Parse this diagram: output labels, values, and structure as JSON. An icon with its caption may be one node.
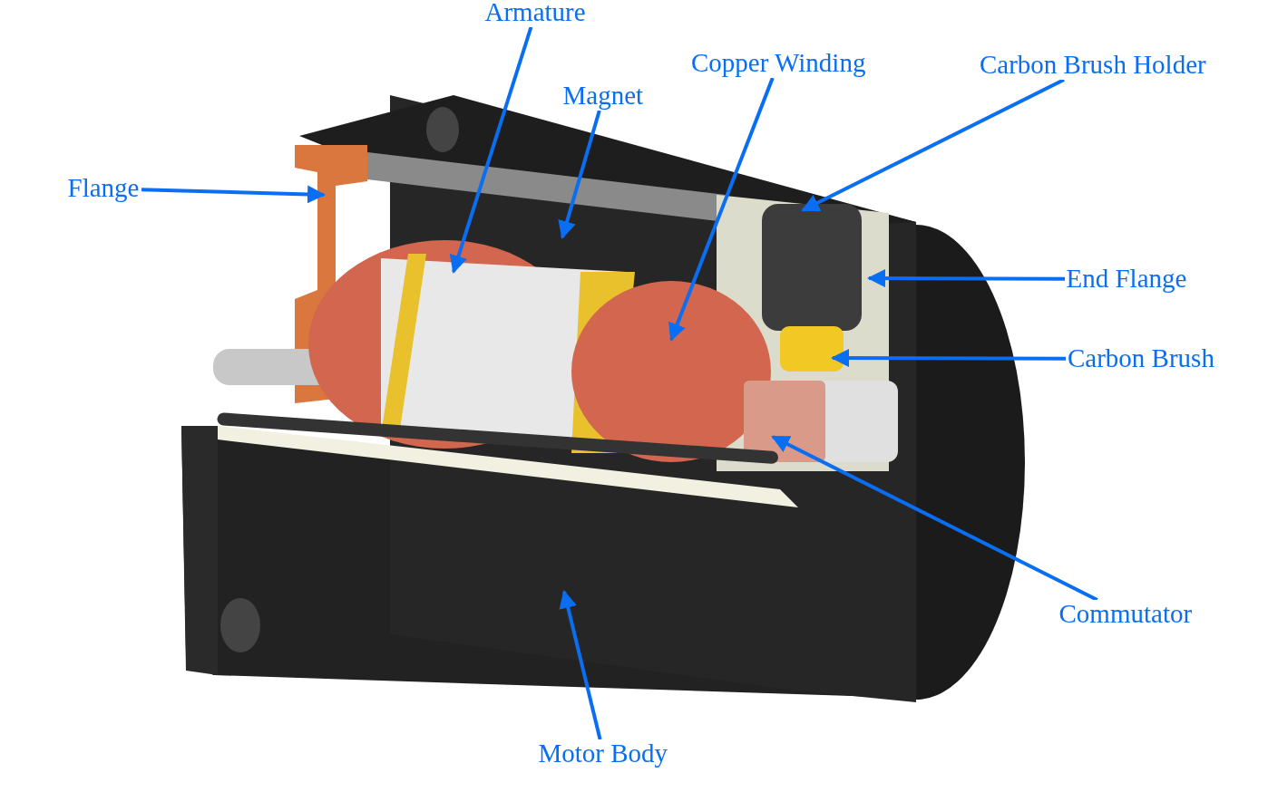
{
  "diagram": {
    "nodes": [
      {
        "text": [
          "Armature"
        ]
      },
      {
        "text": [
          "Copper Winding"
        ]
      },
      {
        "text": [
          "Carbon Brush Holder"
        ]
      },
      {
        "text": [
          "Magnet"
        ]
      },
      {
        "text": [
          "Flange"
        ]
      },
      {
        "text": [
          "End Flange"
        ]
      },
      {
        "text": [
          "Carbon Brush"
        ]
      },
      {
        "text": [
          "Commutator"
        ]
      },
      {
        "text": [
          "Motor Body"
        ]
      }
    ],
    "edges": [
      {
        "from": 0,
        "to": null,
        "arrow": "to"
      },
      {
        "from": 1,
        "to": null,
        "arrow": "to"
      },
      {
        "from": 2,
        "to": null,
        "arrow": "to"
      },
      {
        "from": 3,
        "to": null,
        "arrow": "to"
      },
      {
        "from": 4,
        "to": null,
        "arrow": "to"
      },
      {
        "from": 5,
        "to": null,
        "arrow": "to"
      },
      {
        "from": 6,
        "to": null,
        "arrow": "to"
      },
      {
        "from": 7,
        "to": null,
        "arrow": "to"
      },
      {
        "from": 8,
        "to": null,
        "arrow": "to"
      }
    ]
  }
}
